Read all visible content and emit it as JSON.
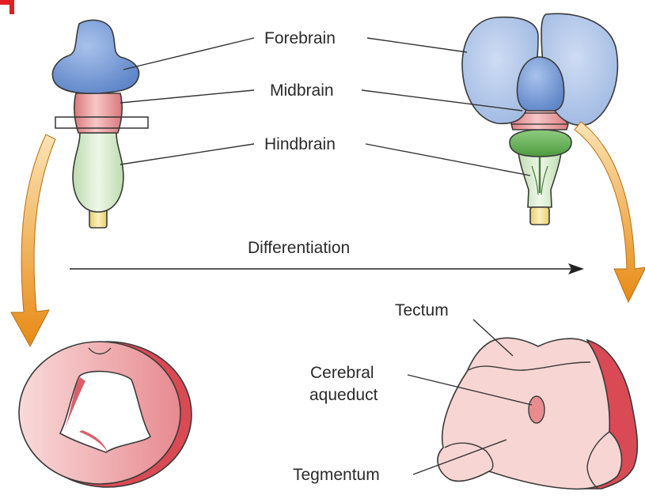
{
  "labels": {
    "forebrain": "Forebrain",
    "midbrain": "Midbrain",
    "hindbrain": "Hindbrain",
    "differentiation": "Differentiation",
    "tectum": "Tectum",
    "cerebral_line1": "Cerebral",
    "cerebral_line2": "aqueduct",
    "tegmentum": "Tegmentum"
  },
  "colors": {
    "forebrain_blue": "#7a9fd6",
    "midbrain_pink": "#e9a1a4",
    "hindbrain_green": "#d9ecd2",
    "hindbrain_dark_green": "#6db65d",
    "spinal_yellow": "#f2e39a",
    "section_pink": "#f6d0d0",
    "section_red": "#d94a55",
    "arrow_orange": "#ef9a2a",
    "corner_mark": "#e02020"
  }
}
